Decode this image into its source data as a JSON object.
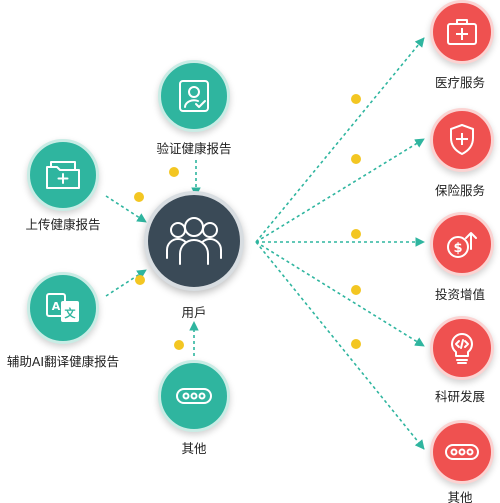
{
  "center": {
    "label": "用戶"
  },
  "inputs": [
    {
      "label": "验证健康报告",
      "icon": "user-check-icon"
    },
    {
      "label": "上传健康报告",
      "icon": "medical-folder-icon"
    },
    {
      "label": "辅助AI翻译健康报告",
      "icon": "translate-icon"
    },
    {
      "label": "其他",
      "icon": "ellipsis-icon"
    }
  ],
  "outputs": [
    {
      "label": "医疗服务",
      "icon": "first-aid-kit-icon"
    },
    {
      "label": "保险服务",
      "icon": "insurance-shield-icon"
    },
    {
      "label": "投资增值",
      "icon": "coin-growth-icon"
    },
    {
      "label": "科研发展",
      "icon": "lightbulb-code-icon"
    },
    {
      "label": "其他",
      "icon": "ellipsis-icon"
    }
  ],
  "colors": {
    "input_node": "#2fb59f",
    "output_node": "#ef5150",
    "center_node": "#3a4a57",
    "arrow": "#2fb59f",
    "token": "#f3c622"
  }
}
